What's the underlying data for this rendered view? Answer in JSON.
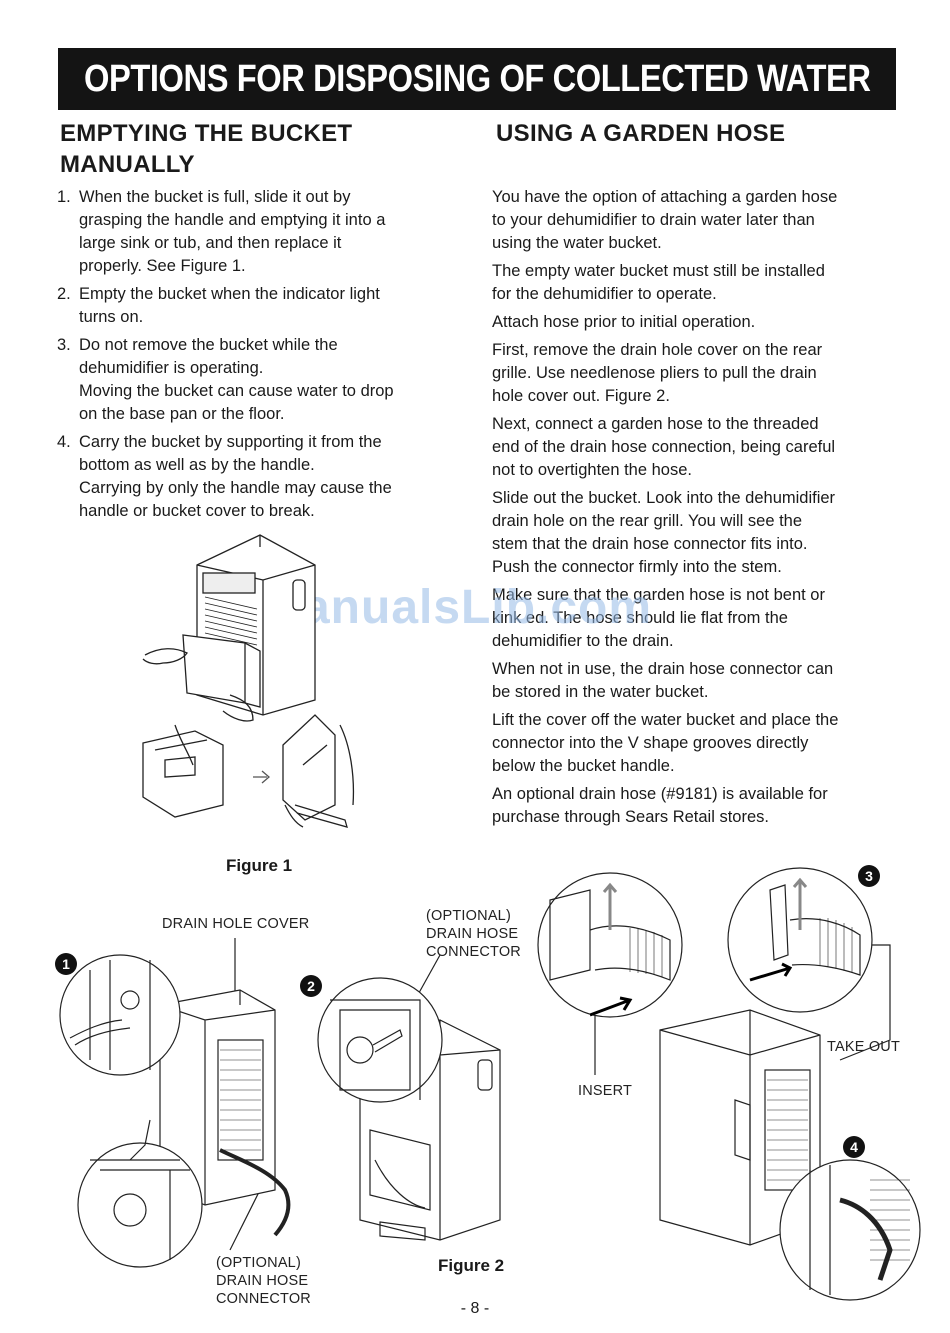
{
  "banner": {
    "title": "OPTIONS FOR DISPOSING OF COLLECTED WATER"
  },
  "left": {
    "heading_line1": "EMPTYING THE BUCKET",
    "heading_line2": "MANUALLY",
    "items": [
      {
        "num": "1.",
        "lines": [
          "When the bucket is full, slide it out by",
          "grasping the handle and emptying it into a",
          "large sink or tub,  and then replace it",
          "properly. See Figure 1."
        ]
      },
      {
        "num": "2.",
        "lines": [
          "Empty the bucket when the indicator light",
          "turns on."
        ]
      },
      {
        "num": "3.",
        "lines": [
          "Do not remove the bucket while the",
          "dehumidifier is operating.",
          "Moving the bucket can cause water to drop",
          "on the base pan or the floor."
        ]
      },
      {
        "num": "4.",
        "lines": [
          "Carry the bucket by supporting it from the",
          "bottom as well as by the handle.",
          "Carrying by only the handle may cause the",
          "handle or bucket cover to break."
        ]
      }
    ]
  },
  "right": {
    "heading": "USING A GARDEN HOSE",
    "paragraphs": [
      [
        "You have the option of attaching a garden hose",
        "to your dehumidifier to drain water later than",
        "using the water bucket."
      ],
      [
        "The empty water bucket must still be installed",
        "for the dehumidifier to operate."
      ],
      [
        "Attach hose prior to initial operation."
      ],
      [
        "First, remove the drain hole cover on the rear",
        "grille. Use needlenose pliers to pull the drain",
        "hole cover out. Figure 2."
      ],
      [
        "Next, connect a garden hose to the threaded",
        "end of the drain hose connection, being careful",
        "not to overtighten the hose."
      ],
      [
        "Slide out the bucket. Look into the dehumidifier",
        "drain hole on the rear grill. You will see the",
        "stem that the drain hose connector fits into.",
        "Push the connector firmly into the stem."
      ],
      [
        "Make sure that the garden hose is not bent or",
        "kink ed. The hose should lie flat from the",
        "dehumidifier to the drain."
      ],
      [
        "When not in use, the drain hose connector can",
        "be stored in the water bucket."
      ],
      [
        "Lift the cover off the water bucket and place the",
        "connector into the V shape grooves directly",
        "below the bucket handle."
      ],
      [
        "An optional drain hose (#9181) is available for",
        "purchase through Sears Retail stores."
      ]
    ]
  },
  "figure1": {
    "caption": "Figure 1"
  },
  "figure2": {
    "caption": "Figure 2",
    "label_drain_hole_cover": "DRAIN HOLE COVER",
    "label_optional_top": [
      "(OPTIONAL)",
      "DRAIN HOSE",
      "CONNECTOR"
    ],
    "label_optional_bottom": [
      "(OPTIONAL)",
      "DRAIN HOSE",
      "CONNECTOR"
    ],
    "label_insert": "INSERT",
    "label_take_out": "TAKE OUT",
    "steps": [
      "1",
      "2",
      "3",
      "4"
    ]
  },
  "watermark": "ManualsLib.com",
  "page": {
    "number": "- 8 -"
  }
}
